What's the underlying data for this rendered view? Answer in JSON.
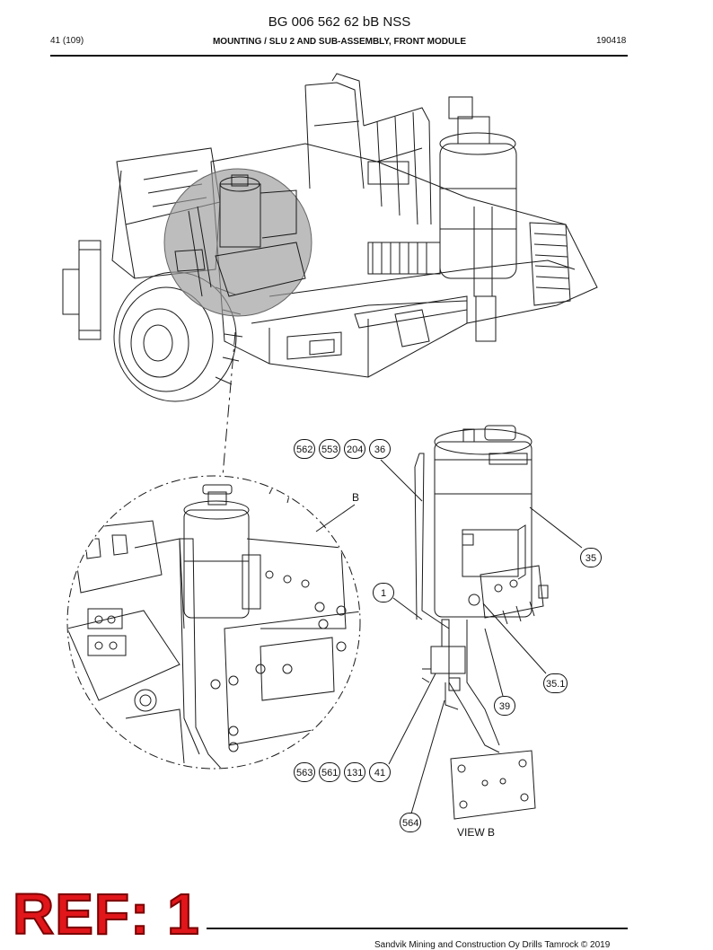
{
  "header": {
    "doc_code": "BG 006 562 62 bB NSS",
    "page": "41 (109)",
    "section": "MOUNTING / SLU 2 AND SUB-ASSEMBLY, FRONT MODULE",
    "date": "190418"
  },
  "callouts": {
    "c562a": "562",
    "c553": "553",
    "c204": "204",
    "c36": "36",
    "c35": "35",
    "c1": "1",
    "c351": "35.1",
    "c39": "39",
    "c563": "563",
    "c561": "561",
    "c131": "131",
    "c41": "41",
    "c564": "564"
  },
  "labels": {
    "detail_b": "B",
    "view_b": "VIEW B"
  },
  "footer": {
    "copyright": "Sandvik Mining and Construction Oy Drills Tamrock © 2019",
    "ref": "REF: 1"
  },
  "colors": {
    "highlight": "#9a9a9a",
    "line": "#1a1a1a",
    "ref_red": "#e0161b"
  }
}
